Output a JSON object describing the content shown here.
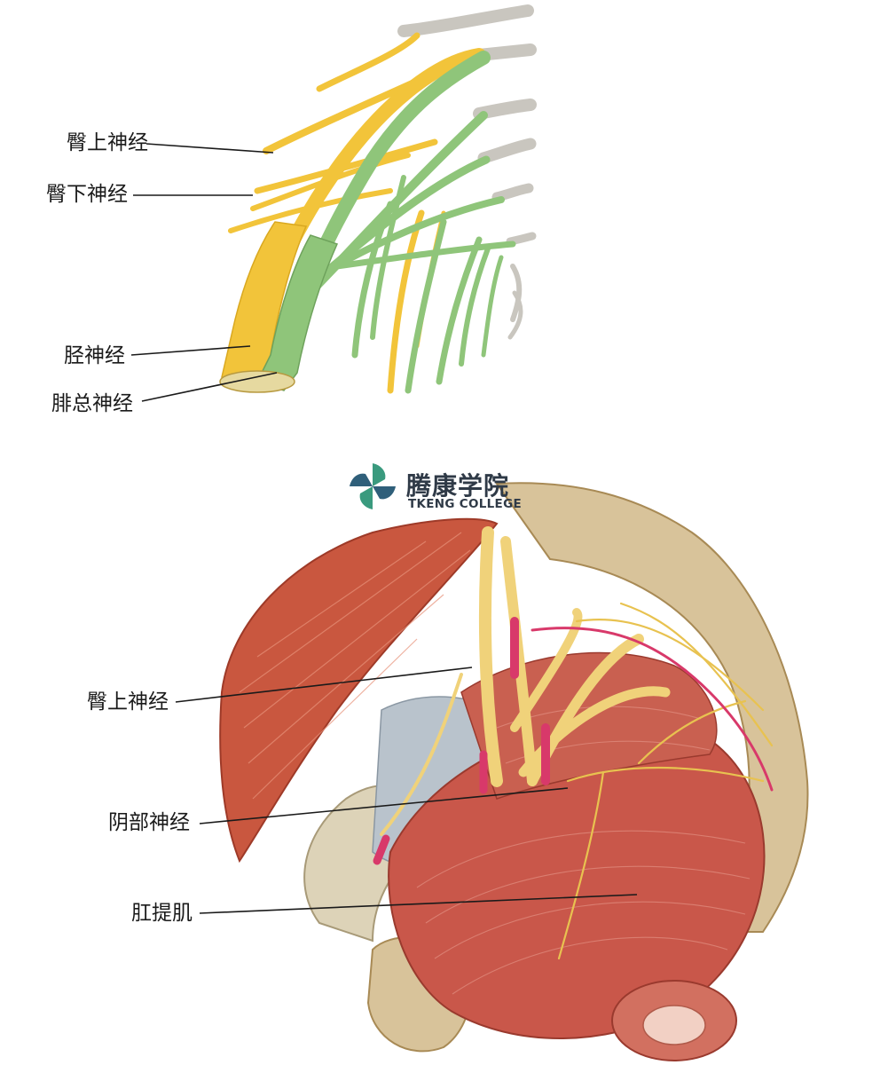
{
  "top_figure": {
    "labels": [
      "臀上神经",
      "臀下神经",
      "胫神经",
      "腓总神经"
    ]
  },
  "logo": {
    "name_cn": "腾康学院",
    "name_en": "TKENG COLLEGE"
  },
  "bottom_figure": {
    "labels": [
      "臀上神经",
      "阴部神经",
      "肛提肌"
    ]
  },
  "colors": {
    "nerve_yellow": "#f2c43a",
    "nerve_green": "#8fc57a",
    "vessel_grey": "#c8c6c0",
    "muscle_red": "#c9573f",
    "bone_tan": "#d8c39a",
    "artery_pink": "#d8396a"
  }
}
